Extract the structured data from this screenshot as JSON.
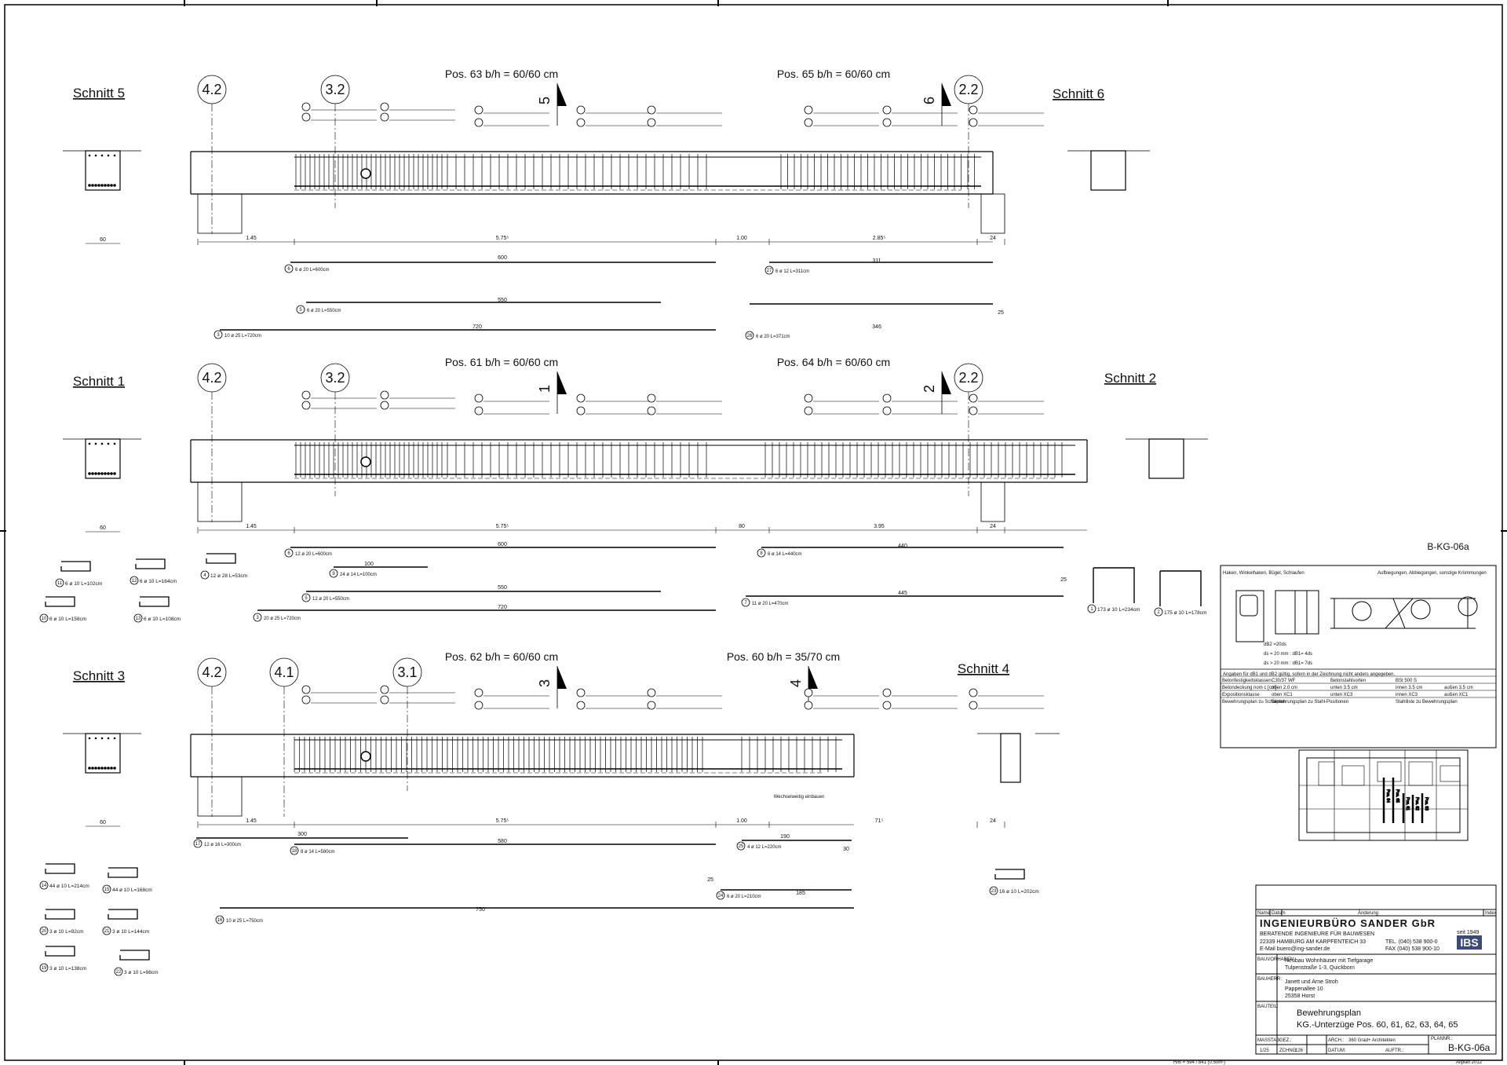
{
  "sheet_id": "B-KG-06a",
  "plot_info": "H/B = 594 / 841 (0.50m²)",
  "software": "Allplan 2012",
  "beams": [
    {
      "position": "Pos. 63  b/h = 60/60 cm",
      "second_position": "Pos. 65  b/h = 60/60 cm",
      "left_axis": "4.2",
      "mid_axis": "3.2",
      "right_axis": "2.2",
      "left_section": "Schnitt  5",
      "right_section": "Schnitt  6",
      "cut_marks": [
        "5",
        "6"
      ],
      "dims": [
        "1.45",
        "5.75⁵",
        "1.00",
        "2.85⁵",
        "24"
      ],
      "lengths": [
        "600",
        "550",
        "720",
        "311",
        "346",
        "25"
      ],
      "bars": [
        "6 ø 20 L=600cm",
        "6 ø 20 L=550cm",
        "10 ø 25 L=720cm",
        "6 ø 12 L=311cm",
        "6 ø 20 L=371cm"
      ],
      "bar_numbers": [
        "6",
        "5",
        "3",
        "27",
        "26"
      ]
    },
    {
      "position": "Pos. 61  b/h = 60/60 cm",
      "second_position": "Pos. 64  b/h = 60/60 cm",
      "left_axis": "4.2",
      "mid_axis": "3.2",
      "right_axis": "2.2",
      "left_section": "Schnitt  1",
      "right_section": "Schnitt  2",
      "cut_marks": [
        "1",
        "2"
      ],
      "dims": [
        "1.45",
        "5.75⁵",
        "80",
        "3.95",
        "24"
      ],
      "lengths": [
        "600",
        "100",
        "550",
        "720",
        "440",
        "445",
        "25"
      ],
      "bars": [
        "12 ø 20 L=600cm",
        "24 ø 14 L=100cm",
        "12 ø 20 L=550cm",
        "20 ø 25 L=720cm",
        "6 ø 14 L=440cm",
        "11 ø 20 L=470cm"
      ],
      "bar_numbers": [
        "6",
        "9",
        "5",
        "3",
        "8",
        "7"
      ]
    },
    {
      "position": "Pos. 62  b/h = 60/60 cm",
      "second_position": "Pos. 60  b/h = 35/70 cm",
      "left_axis": "4.2",
      "mid_axis": "4.1",
      "right_axis": "3.1",
      "left_section": "Schnitt  3",
      "right_section": "Schnitt  4",
      "cut_marks": [
        "3",
        "4"
      ],
      "dims": [
        "1.45",
        "5.75⁵",
        "1.00",
        "71⁵",
        "24"
      ],
      "lengths": [
        "300",
        "580",
        "190",
        "750",
        "185",
        "30",
        "25"
      ],
      "bars": [
        "12 ø 16 L=300cm",
        "8 ø 14 L=580cm",
        "4 ø 12 L=220cm",
        "6 ø 20 L=210cm",
        "10 ø 25 L=750cm"
      ],
      "bar_numbers": [
        "17",
        "18",
        "25",
        "24",
        "16"
      ],
      "notes": [
        "Wechselweitig einbauen"
      ]
    }
  ],
  "bent_bars": [
    {
      "num": "11",
      "label": "6 ø 10 L=102cm"
    },
    {
      "num": "12",
      "label": "6 ø 10 L=164cm"
    },
    {
      "num": "4",
      "label": "12 ø 28 L=53cm"
    },
    {
      "num": "10",
      "label": "6 ø 10 L=158cm"
    },
    {
      "num": "13",
      "label": "6 ø 10 L=108cm"
    },
    {
      "num": "1",
      "label": "173 ø 10 L=234cm"
    },
    {
      "num": "2",
      "label": "175 ø 10 L=178cm"
    },
    {
      "num": "14",
      "label": "44 ø 10 L=214cm"
    },
    {
      "num": "15",
      "label": "44 ø 10 L=168cm"
    },
    {
      "num": "20",
      "label": "3 ø 10 L=92cm"
    },
    {
      "num": "21",
      "label": "3 ø 10 L=144cm"
    },
    {
      "num": "19",
      "label": "3 ø 10 L=138cm"
    },
    {
      "num": "22",
      "label": "3 ø 10 L=98cm"
    },
    {
      "num": "23",
      "label": "16 ø 10 L=202cm"
    }
  ],
  "legend": {
    "hooks_title": "Haken, Winkelhaken,\nBügel, Schlaufen",
    "bends_title": "Aufbiegungen, Abbiegungen,\nsonstige Krümmungen",
    "formula1": "dB2 =20ds",
    "formula2": "ds = 20 mm : dB1= 4ds",
    "formula3": "ds > 20 mm : dB1= 7ds",
    "note": "Angaben für dB1 und dB2 gültig, sofern in der Zeichnung nicht anders angegeben.",
    "rows": [
      [
        "Betonfestigkeitsklassen",
        "C30/37   WF",
        "Betonstahlsorten",
        "BSt 500 S",
        ""
      ],
      [
        "Betondeckung  nom c  [cm]",
        "oben  2.0  cm",
        "unten  3.5  cm",
        "innen  3.5  cm",
        "außen  3.5  cm"
      ],
      [
        "Expositionsklasse",
        "oben   XC1",
        "unten   XC3",
        "innen   XC3",
        "außen  XC1"
      ],
      [
        "Bewehrungsplan zu Schalplan\nS-KG-01",
        "Bewehrungsplan zu Stahl-Positionen",
        "",
        "Stahlliste zu Bewehrungsplan\nB-KG-06a",
        ""
      ]
    ]
  },
  "key_plan_labels": [
    "Pos. 64",
    "Pos. 65",
    "Pos. 61",
    "Pos. 62",
    "Pos. 63"
  ],
  "title_block": {
    "col_name": "Name",
    "col_date": "Datum",
    "col_change": "Änderung",
    "col_index": "Index",
    "company": "INGENIEURBÜRO SANDER GbR",
    "company_sub": "BERATENDE INGENIEURE FÜR BAUWESEN",
    "address": "22339 HAMBURG AM KARPFENTEICH 33",
    "email": "E-Mail buero@ing-sander.de",
    "tel": "TEL. (040) 538 900-0",
    "fax": "FAX (040) 538 900-10",
    "since": "seit 1949",
    "logo": "IBS",
    "project_label": "BAUVORHABEN:",
    "project": "Neubau Wohnhäuser mit Tiefgarage",
    "project_addr": "Tulpenstraße 1-3,        Quickborn",
    "client_label": "BAUHERR:",
    "client": "Janett und Arne Stroh",
    "client_street": "Pappenallee 10",
    "client_city": "25358 Horst",
    "part_label": "BAUTEIL:",
    "title": "Bewehrungsplan",
    "subtitle": "KG.-Unterzüge Pos. 60, 61, 62, 63, 64, 65",
    "scale_label": "MASSTAB:",
    "scale": "1/25",
    "drawn_label": "GEZ.:",
    "drawing_no_label": "ZCHNG:",
    "drawing_no": "126",
    "arch_label": "ARCH.:",
    "arch": "360 Grad+ Architekten",
    "date_label": "DATUM:",
    "order_label": "AUFTR.:",
    "planno_label": "PLANNR.:",
    "planno": "B-KG-06a"
  }
}
